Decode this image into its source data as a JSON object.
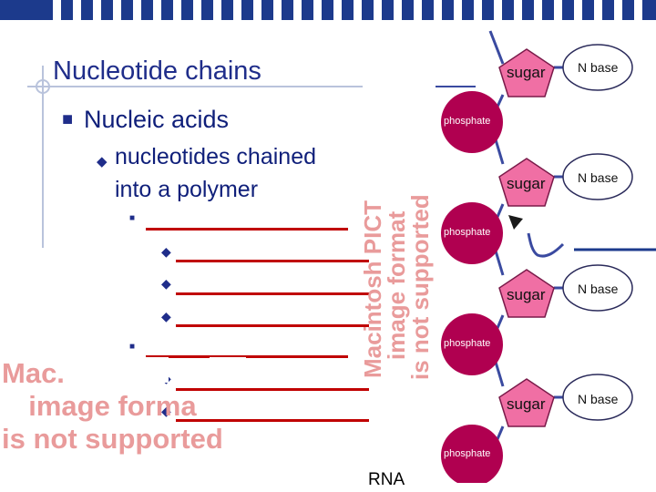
{
  "slide": {
    "title": "Nucleotide chains",
    "bullet1": "Nucleic acids",
    "bullet2_line1": "nucleotides chained",
    "bullet2_line2": "into a polymer"
  },
  "diagram": {
    "sugar_label": "sugar",
    "nbase_label": "N base",
    "phosphate_label": "phosphate",
    "caption": "RNA"
  },
  "placeholder": {
    "line1": "Macintosh PICT",
    "line2": "image format",
    "line3": "is not supported",
    "visible_line1": "Mac...",
    "visible_line2": "image forma",
    "visible_line3": "is not supported"
  },
  "colors": {
    "banner": "#1c3a8c",
    "title_text": "#1f2d8a",
    "answer_blank": "#c00000",
    "sugar_fill": "#f06fa4",
    "phosphate_fill": "#b00050",
    "backbone": "#3a4aa0",
    "placeholder_text": "#e99b9b"
  }
}
